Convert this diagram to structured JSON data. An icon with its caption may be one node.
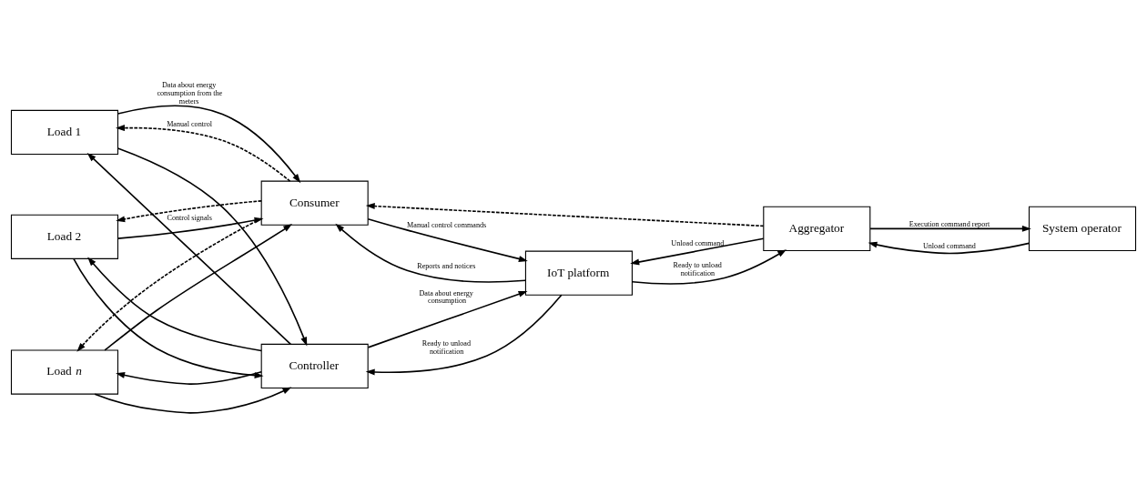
{
  "diagram": {
    "nodes": [
      {
        "text": [
          "Load 1"
        ]
      },
      {
        "text": [
          "Load 2"
        ]
      },
      {
        "text": [
          "Load *n*"
        ]
      },
      {
        "text": [
          "Consumer"
        ]
      },
      {
        "text": [
          "Aggregator"
        ]
      },
      {
        "text": [
          "System operator"
        ]
      },
      {
        "text": [
          "Controller"
        ]
      },
      {
        "text": [
          "IoT platform"
        ]
      }
    ],
    "edges": [
      {
        "from": 6,
        "to": 0,
        "arrow": "to",
        "label": "Control signals"
      },
      {
        "from": 6,
        "to": 1,
        "arrow": "to"
      },
      {
        "from": 6,
        "to": 2,
        "arrow": "to"
      },
      {
        "from": 3,
        "to": 0,
        "arrow": "to",
        "style": "dashed",
        "label": "Manual control"
      },
      {
        "from": 3,
        "to": 1,
        "arrow": "to",
        "style": "dashed"
      },
      {
        "from": 3,
        "to": 2,
        "arrow": "to",
        "style": "dashed"
      },
      {
        "from": 0,
        "to": 3,
        "arrow": "to",
        "label": "Data about energy consumption from the meters"
      },
      {
        "from": 1,
        "to": 3,
        "arrow": "to"
      },
      {
        "from": 2,
        "to": 3,
        "arrow": "to"
      },
      {
        "from": 0,
        "to": 6,
        "arrow": "to"
      },
      {
        "from": 1,
        "to": 6,
        "arrow": "to"
      },
      {
        "from": 2,
        "to": 6,
        "arrow": "to"
      },
      {
        "from": 6,
        "to": 7,
        "arrow": "to",
        "label": "Data about energy consumption"
      },
      {
        "from": 7,
        "to": 6,
        "arrow": "to",
        "label": "Ready to unload notification"
      },
      {
        "from": 7,
        "to": 3,
        "arrow": "to",
        "label": "Reports and notices"
      },
      {
        "from": 3,
        "to": 7,
        "arrow": "to",
        "label": "Manual control commands"
      },
      {
        "from": 4,
        "to": 7,
        "arrow": "to",
        "label": "Unload command"
      },
      {
        "from": 4,
        "to": 3,
        "arrow": "to",
        "style": "dashed"
      },
      {
        "from": 7,
        "to": 4,
        "arrow": "to",
        "label": "Ready to unload notification"
      },
      {
        "from": 5,
        "to": 4,
        "arrow": "to",
        "label": "Unload command"
      },
      {
        "from": 4,
        "to": 5,
        "arrow": "to",
        "label": "Execution command report"
      }
    ]
  }
}
